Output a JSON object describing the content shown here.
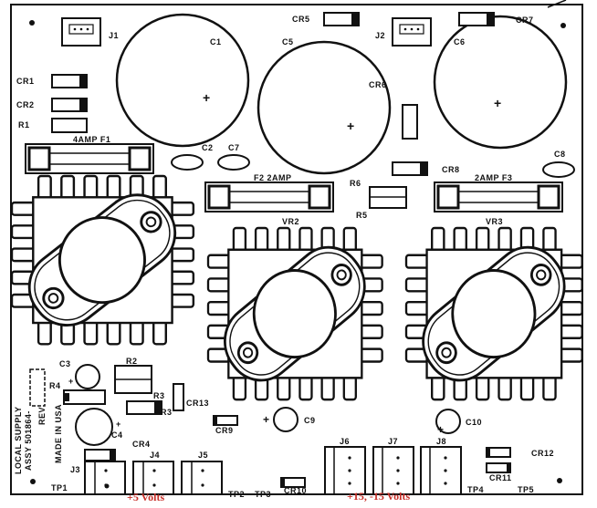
{
  "board": {
    "connectors": {
      "j1": "J1",
      "j2": "J2",
      "j3": "J3",
      "j4": "J4",
      "j5": "J5",
      "j6": "J6",
      "j7": "J7",
      "j8": "J8"
    },
    "capacitors": {
      "c1": "C1",
      "c2": "C2",
      "c3": "C3",
      "c4": "C4",
      "c5": "C5",
      "c6": "C6",
      "c7": "C7",
      "c8": "C8",
      "c9": "C9",
      "c10": "C10"
    },
    "diodes": {
      "cr1": "CR1",
      "cr2": "CR2",
      "cr3": "CR3",
      "cr4": "CR4",
      "cr5": "CR5",
      "cr6": "CR6",
      "cr7": "CR7",
      "cr8": "CR8",
      "cr9": "CR9",
      "cr10": "CR10",
      "cr11": "CR11",
      "cr12": "CR12",
      "cr13": "CR13"
    },
    "resistors": {
      "r1": "R1",
      "r2": "R2",
      "r3": "R3",
      "r4": "R4",
      "r5": "R5",
      "r6": "R6"
    },
    "fuses": {
      "f1": "4AMP  F1",
      "f2": "F2  2AMP",
      "f3": "2AMP    F3"
    },
    "regulators": {
      "vr2": "VR2",
      "vr3": "VR3"
    },
    "test_points": {
      "tp1": "TP1",
      "tp2": "TP2",
      "tp3": "TP3",
      "tp4": "TP4",
      "tp5": "TP5"
    },
    "plus": "+",
    "board_text": {
      "line1": "LOCAL SUPPLY",
      "line2": "ASSY 501864-",
      "rev": "REV",
      "made": "MADE IN USA"
    }
  },
  "annotations": {
    "five_volts": "+5 Volts",
    "fifteen_volts": "+15, -15 Volts"
  },
  "colors": {
    "annotation": "#c8302a",
    "ink": "#111111"
  }
}
